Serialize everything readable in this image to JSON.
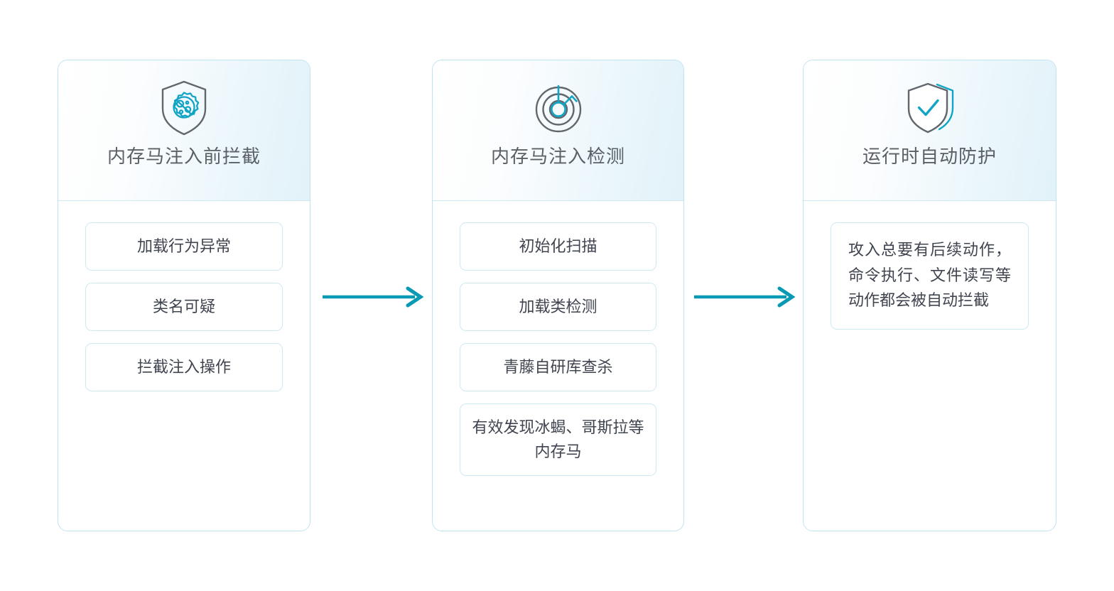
{
  "diagram": {
    "type": "process-flow",
    "direction": "left-to-right",
    "colors": {
      "accent": "#0899b4",
      "card_border": "#bfe4f1",
      "pill_border": "#cfe9f2",
      "title_text": "#5b6066",
      "body_text": "#3f444f",
      "header_gradient_from": "#ffffff",
      "header_gradient_to": "#e2f2f9",
      "icon_outline": "#5b6066",
      "background": "#ffffff"
    },
    "steps": [
      {
        "icon": "shield-virus-icon",
        "title": "内存马注入前拦截",
        "items": [
          "加载行为异常",
          "类名可疑",
          "拦截注入操作"
        ]
      },
      {
        "icon": "radar-scan-icon",
        "title": "内存马注入检测",
        "items": [
          "初始化扫描",
          "加载类检测",
          "青藤自研库查杀",
          "有效发现冰蝎、哥斯拉等内存马"
        ]
      },
      {
        "icon": "shield-check-icon",
        "title": "运行时自动防护",
        "items": [
          "攻入总要有后续动作，命令执行、文件读写等动作都会被自动拦截"
        ]
      }
    ],
    "connectors": [
      {
        "name": "arrow-step1-to-step2",
        "glyph": "arrow-right-icon"
      },
      {
        "name": "arrow-step2-to-step3",
        "glyph": "arrow-right-icon"
      }
    ]
  }
}
